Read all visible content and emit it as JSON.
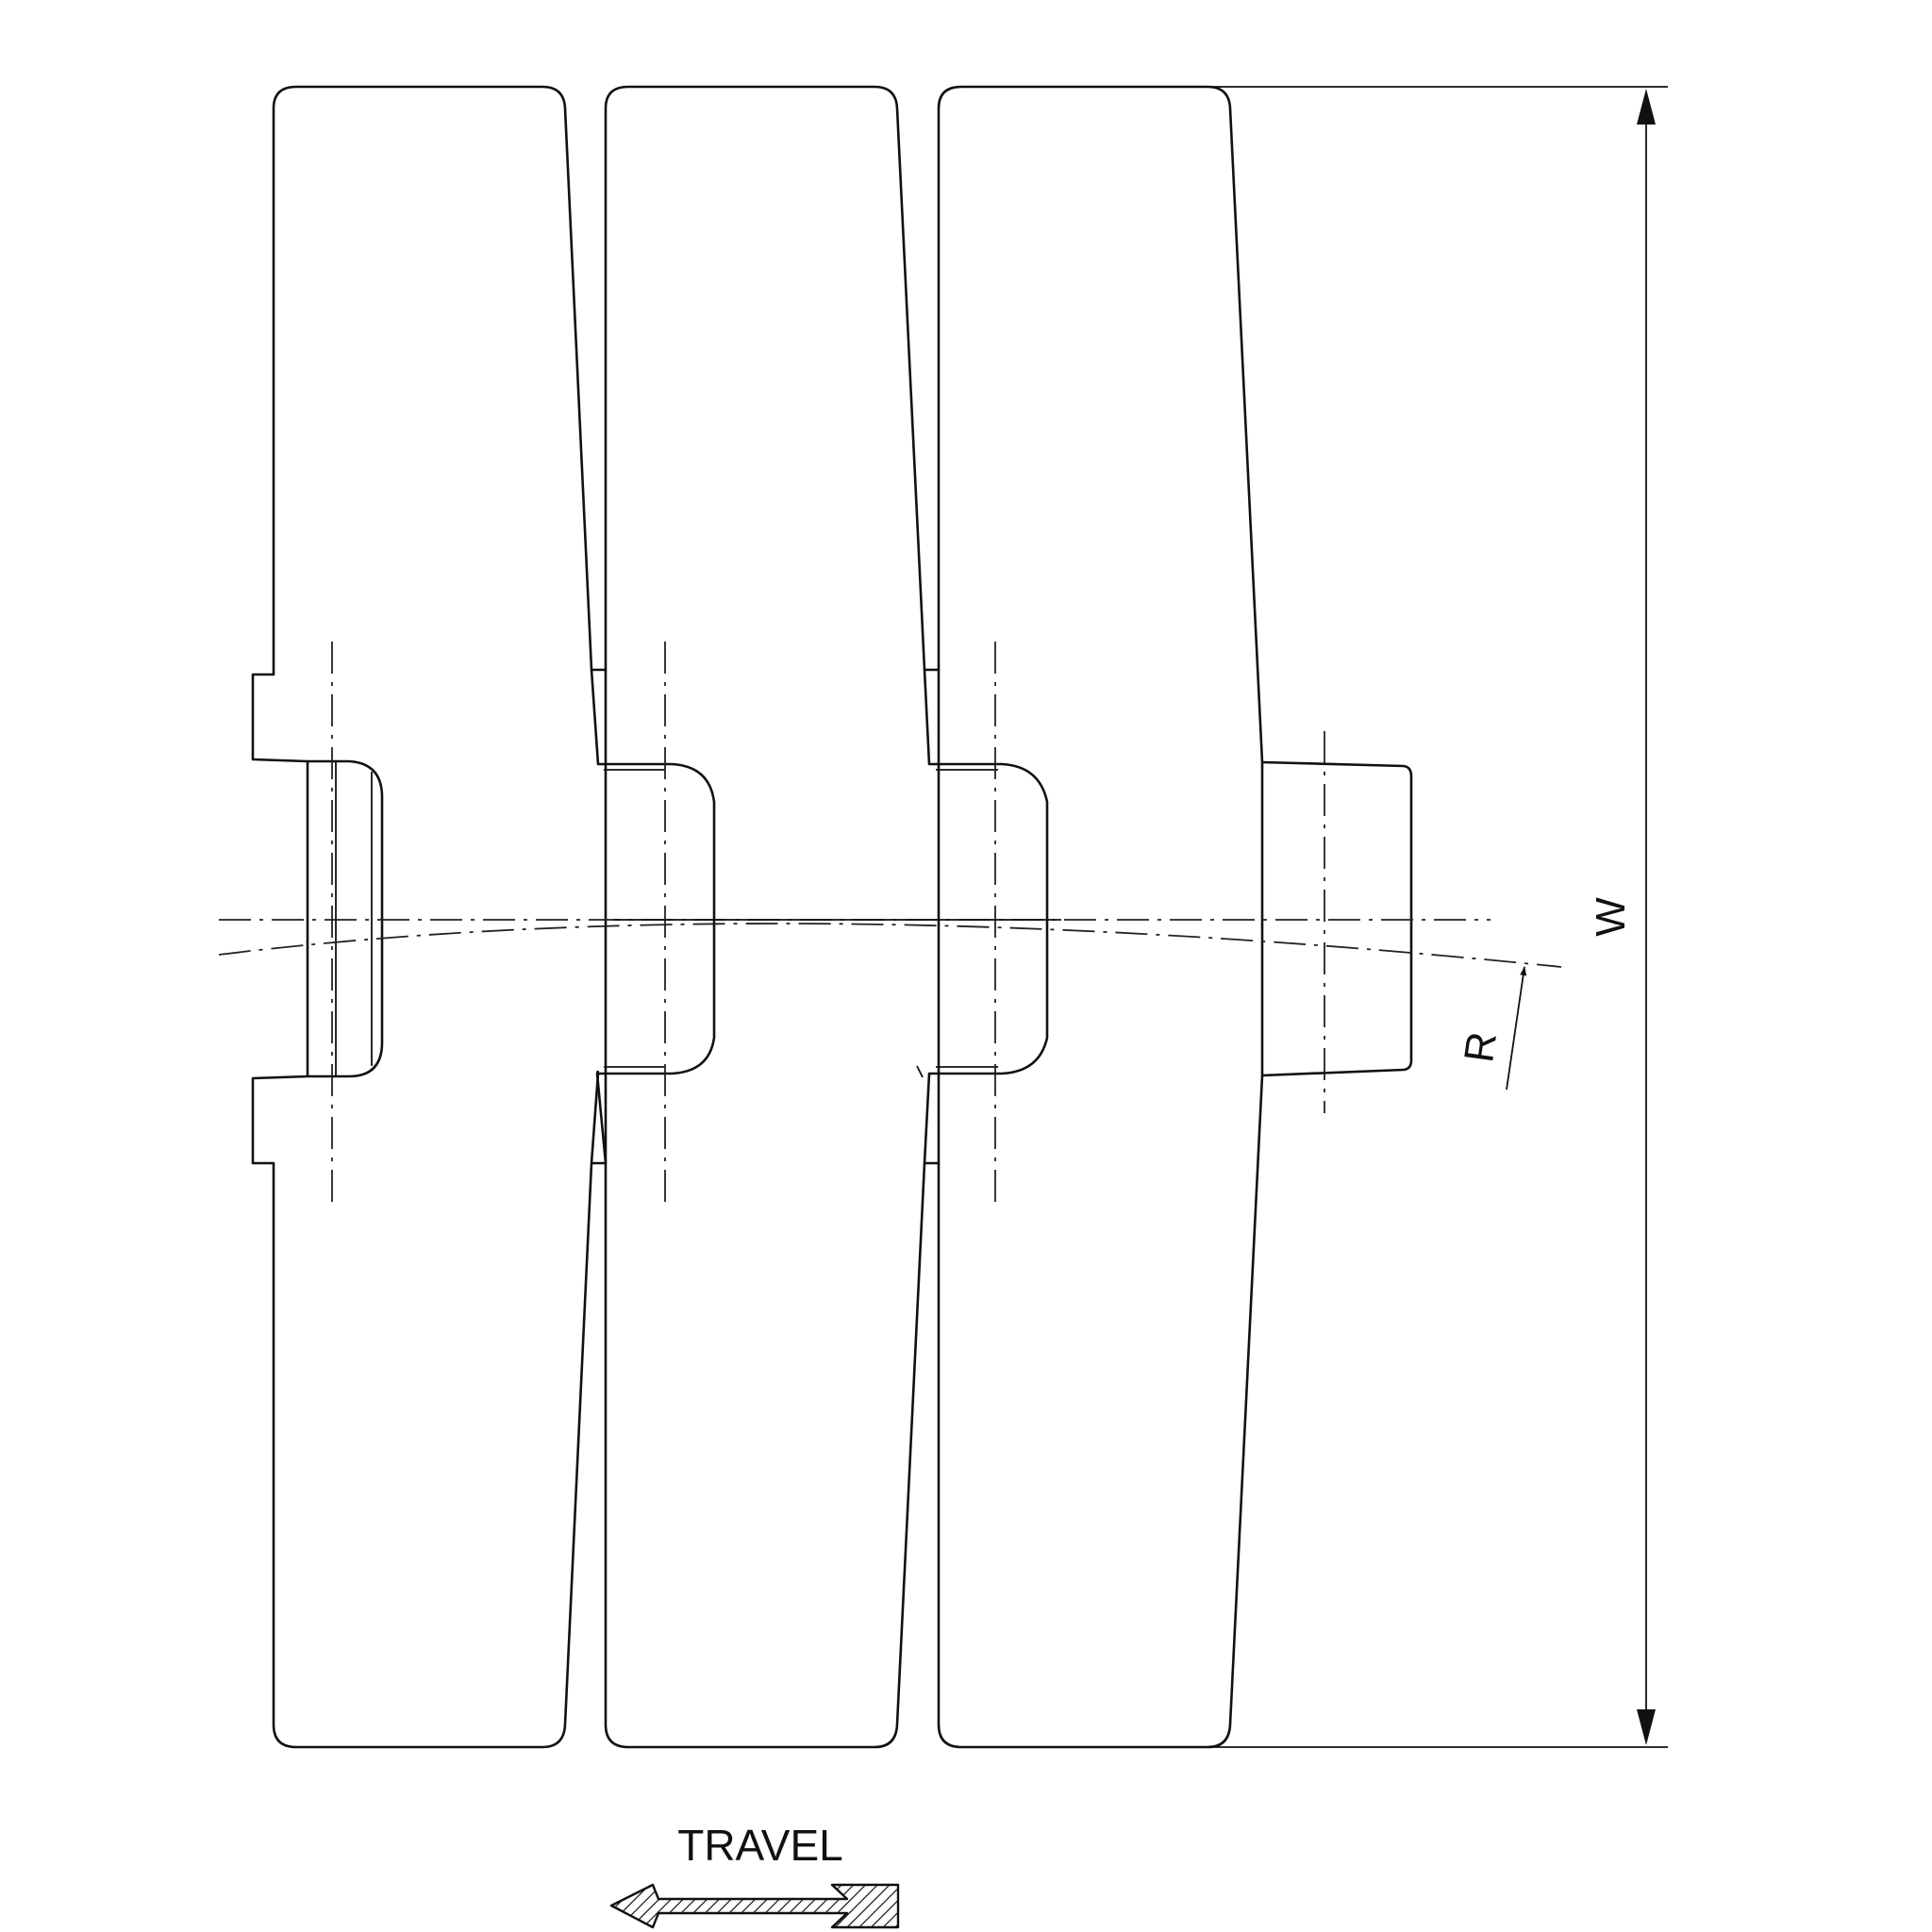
{
  "labels": {
    "width": "W",
    "radius": "R",
    "travel": "TRAVEL"
  },
  "colors": {
    "line": "#111111",
    "background": "#ffffff",
    "arrow_fill": "#ffffff"
  }
}
